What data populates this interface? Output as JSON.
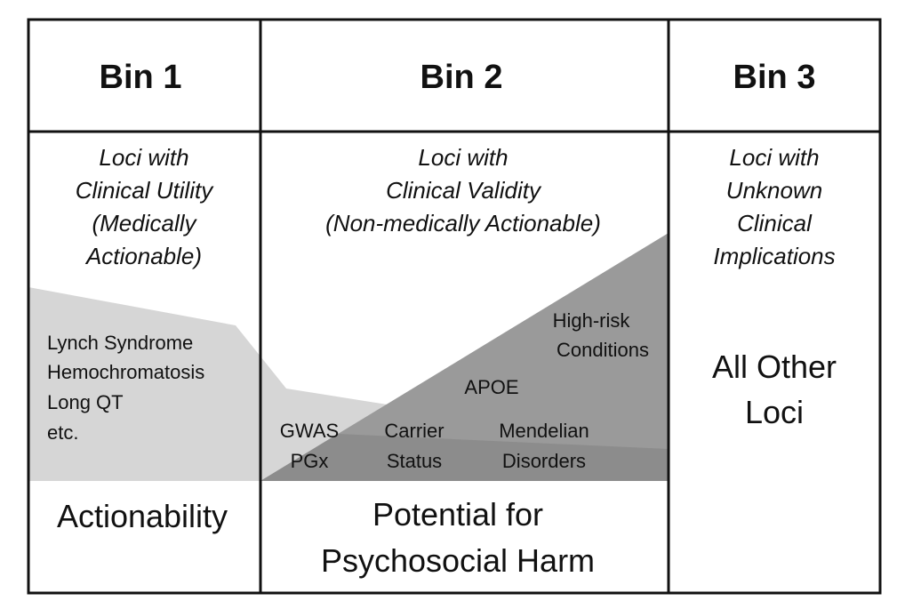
{
  "bins": [
    {
      "header": "Bin 1",
      "subtitle": [
        "Loci with",
        "Clinical Utility",
        "(Medically",
        "Actionable)"
      ],
      "items": [
        "Lynch Syndrome",
        "Hemochromatosis",
        "Long QT",
        "etc."
      ],
      "footer": [
        "Actionability"
      ]
    },
    {
      "header": "Bin 2",
      "subtitle": [
        "Loci with",
        "Clinical Validity",
        "(Non-medically Actionable)"
      ],
      "items": {
        "high_risk": [
          "High-risk",
          "Conditions"
        ],
        "apoe": "APOE",
        "gwas": [
          "GWAS",
          "PGx"
        ],
        "carrier": [
          "Carrier",
          "Status"
        ],
        "mendelian": [
          "Mendelian",
          "Disorders"
        ]
      },
      "footer": [
        "Potential for",
        "Psychosocial Harm"
      ]
    },
    {
      "header": "Bin 3",
      "subtitle": [
        "Loci with",
        "Unknown",
        "Clinical",
        "Implications"
      ],
      "main": [
        "All Other",
        "Loci"
      ]
    }
  ],
  "colors": {
    "actionability_shade": "#d6d6d6",
    "harm_shade": "#9a9a9a",
    "harm_shade_dark": "#8c8c8c",
    "border": "#111111"
  }
}
